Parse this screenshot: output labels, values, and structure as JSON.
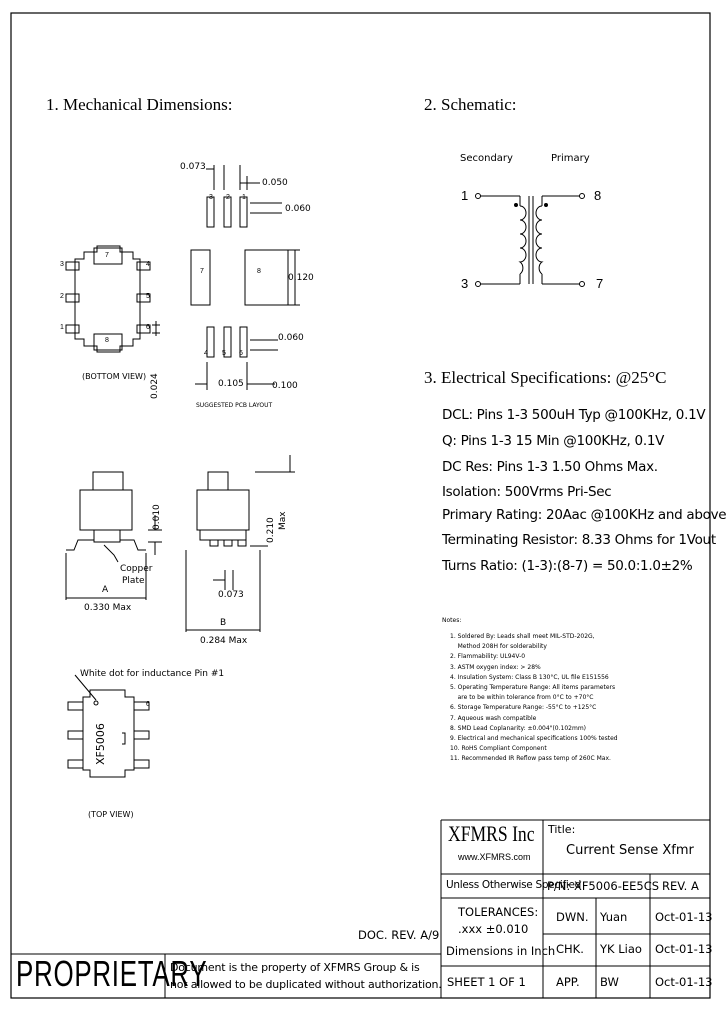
{
  "sections": {
    "mechanical": "1. Mechanical Dimensions:",
    "schematic": "2. Schematic:",
    "electrical": "3. Electrical   Specifications: @25°C"
  },
  "dims": {
    "d0073": "0.073",
    "d0050": "0.050",
    "d0060a": "0.060",
    "d0120": "0.120",
    "d0060b": "0.060",
    "d0105": "0.105",
    "d0100": "0.100",
    "d0024": "0.024",
    "d0010": "0.010",
    "d0210": "0.210",
    "d0210max": "Max",
    "d0073b": "0.073",
    "A": "A",
    "d0330": "0.330 Max",
    "B": "B",
    "d0284": "0.284 Max",
    "copper": "Copper",
    "plate": "Plate",
    "bottom_view": "(BOTTOM VIEW)",
    "pcb_layout": "SUGGESTED PCB LAYOUT",
    "top_view": "(TOP VIEW)",
    "white_dot": "White dot for inductance Pin #1",
    "part_marking": "XF5006",
    "pads": {
      "p1": "1",
      "p2": "2",
      "p3": "3",
      "p4": "4",
      "p5": "5",
      "p6": "6",
      "p7": "7",
      "p8": "8"
    }
  },
  "schematic": {
    "secondary": "Secondary",
    "primary": "Primary",
    "pin1": "1",
    "pin3": "3",
    "pin8": "8",
    "pin7": "7"
  },
  "specs": [
    "DCL: Pins 1-3 500uH Typ @100KHz, 0.1V",
    "Q: Pins 1-3 15 Min @100KHz, 0.1V",
    "DC Res: Pins 1-3 1.50 Ohms Max.",
    "Isolation: 500Vrms Pri-Sec",
    "Primary Rating: 20Aac @100KHz and above",
    "Terminating Resistor: 8.33 Ohms for 1Vout",
    "Turns Ratio: (1-3):(8-7) = 50.0:1.0±2%"
  ],
  "notes": {
    "title": "Notes:",
    "items": [
      "1. Soldered By: Leads shall meet MIL-STD-202G,\n    Method 208H for solderability",
      "2. Flammability: UL94V-0",
      "3. ASTM oxygen index: > 28%",
      "4. Insulation System: Class B 130°C, UL file E151556",
      "5. Operating Temperature Range: All items parameters\n    are to be within tolerance from 0°C to +70°C",
      "6. Storage Temperature Range: -55°C to +125°C",
      "7. Aqueous wash compatible",
      "8. SMD Lead Coplanarity: ±0.004\"(0.102mm)",
      "9. Electrical and mechanical specifications 100% tested",
      "10. RoHS Compliant Component",
      "11. Recommended IR Reflow pass temp of 260C Max."
    ]
  },
  "title_block": {
    "company": "XFMRS Inc",
    "website": "www.XFMRS.com",
    "title_label": "Title:",
    "title": "Current Sense Xfmr",
    "unless": "Unless Otherwise Specified",
    "pn": "P/N: XF5006-EE5CS",
    "rev": "REV. A",
    "tolerances": "TOLERANCES:",
    "tol_value": ".xxx ±0.010",
    "dim_unit": "Dimensions in Inch",
    "sheet": "SHEET  1  OF  1",
    "doc_rev": "DOC. REV. A/9",
    "proprietary": "PROPRIETARY",
    "disclaimer1": "Document is the property of XFMRS Group & is",
    "disclaimer2": "not allowed to be duplicated without authorization.",
    "rows": [
      {
        "role": "DWN.",
        "name": "Yuan",
        "date": "Oct-01-13"
      },
      {
        "role": "CHK.",
        "name": "YK Liao",
        "date": "Oct-01-13"
      },
      {
        "role": "APP.",
        "name": "BW",
        "date": "Oct-01-13"
      }
    ]
  }
}
